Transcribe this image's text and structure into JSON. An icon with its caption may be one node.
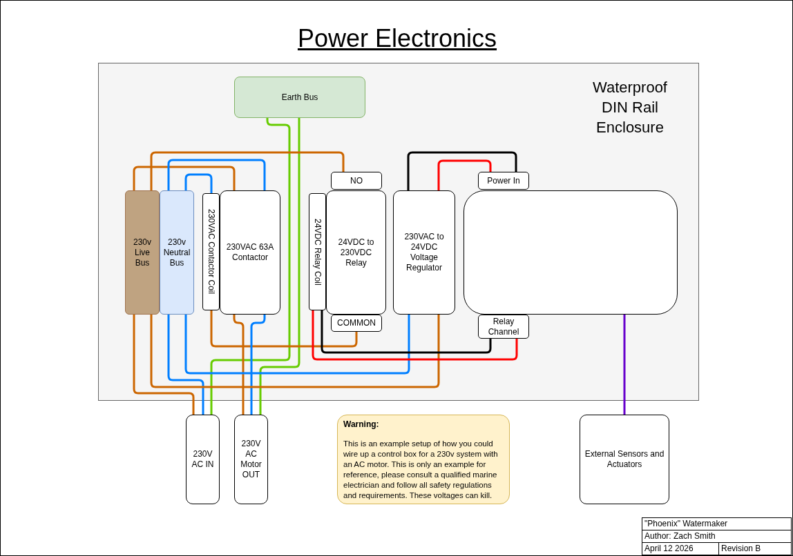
{
  "diagram": {
    "title": "Power Electronics",
    "nodes": [
      {
        "text": [
          "Waterproof DIN Rail Enclosure"
        ]
      },
      {
        "text": [
          "Earth Bus"
        ],
        "in": 0
      },
      {
        "text": [
          "230v Live Bus"
        ],
        "in": 0
      },
      {
        "text": [
          "230v Neutral Bus"
        ],
        "in": 0
      },
      {
        "text": [
          "230VAC Contactor Coil"
        ],
        "in": 0
      },
      {
        "text": [
          "230VAC 63A Contactor"
        ],
        "in": 0
      },
      {
        "text": [
          "24VDC Relay Coil"
        ],
        "in": 0
      },
      {
        "text": [
          "NO"
        ],
        "in": 0
      },
      {
        "text": [
          "24VDC to 230VDC Relay"
        ],
        "in": 0
      },
      {
        "text": [
          "COMMON"
        ],
        "in": 0
      },
      {
        "text": [
          "230VAC to 24VDC Voltage Regulator"
        ],
        "in": 0
      },
      {
        "text": [
          "Power In"
        ],
        "in": 0
      },
      {
        "text": [],
        "shape": "box",
        "in": 0
      },
      {
        "text": [
          "Relay Channel"
        ],
        "in": 0
      },
      {
        "text": [
          "230V AC IN"
        ]
      },
      {
        "text": [
          "230V AC Motor OUT"
        ]
      },
      {
        "text": [
          "Warning:",
          "This is an example setup of how you could wire up a control box for a 230v system with an AC motor. This is only an example for reference, please consult a qualified marine electrician and follow all safety regulations and requirements. These voltages can kill."
        ]
      },
      {
        "text": [
          "External Sensors and Actuators"
        ]
      }
    ],
    "edges": [
      {
        "from": 1,
        "to": 14,
        "arrow": "none",
        "color": "#66cc00"
      },
      {
        "from": 1,
        "to": 15,
        "arrow": "none",
        "color": "#66cc00"
      },
      {
        "from": 2,
        "to": 7,
        "arrow": "none"
      },
      {
        "from": 2,
        "to": 5,
        "arrow": "none"
      },
      {
        "from": 3,
        "to": 5,
        "arrow": "none",
        "color": "#007fff"
      },
      {
        "from": 3,
        "to": 4,
        "arrow": "none",
        "color": "#007fff"
      },
      {
        "from": 4,
        "to": 9,
        "arrow": "none"
      },
      {
        "from": 5,
        "to": 15,
        "arrow": "none"
      },
      {
        "from": 5,
        "to": 15,
        "arrow": "none",
        "color": "#007fff"
      },
      {
        "from": 2,
        "to": 14,
        "arrow": "none"
      },
      {
        "from": 3,
        "to": 14,
        "arrow": "none",
        "color": "#007fff"
      },
      {
        "from": 3,
        "to": 10,
        "arrow": "none",
        "color": "#007fff"
      },
      {
        "from": 2,
        "to": 10,
        "arrow": "none"
      },
      {
        "from": 6,
        "to": 13,
        "arrow": "none",
        "color": "#ff0000"
      },
      {
        "from": 6,
        "to": 13,
        "arrow": "none",
        "color": "#000000"
      },
      {
        "from": 10,
        "to": 11,
        "arrow": "none",
        "color": "#000000"
      },
      {
        "from": 10,
        "to": 11,
        "arrow": "none",
        "color": "#ff0000"
      },
      {
        "from": 12,
        "to": 17,
        "arrow": "none",
        "color": "#6600cc"
      }
    ],
    "labels": [
      "\"Phoenix\" Watermaker",
      "Author: Zach Smith",
      "April 12 2026",
      "Revision B"
    ]
  }
}
